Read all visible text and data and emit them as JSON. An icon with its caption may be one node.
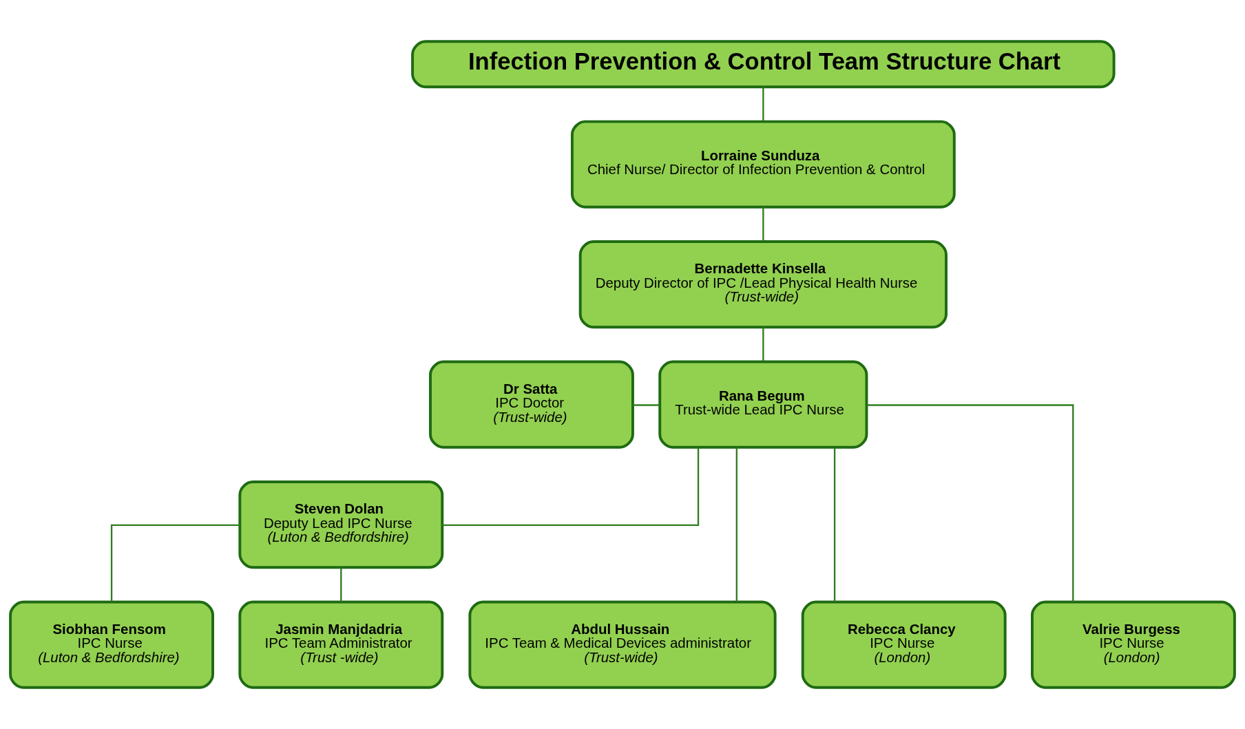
{
  "diagram": {
    "nodes": [
      {
        "text": [
          "Infection Prevention & Control Team Structure Chart"
        ]
      },
      {
        "text": [
          "Lorraine Sunduza",
          "Chief Nurse/ Director of Infection Prevention & Control"
        ]
      },
      {
        "text": [
          "Bernadette Kinsella",
          "Deputy Director of IPC /Lead Physical Health Nurse",
          "(Trust-wide)"
        ]
      },
      {
        "text": [
          "Dr Satta",
          "IPC Doctor",
          "(Trust-wide)"
        ]
      },
      {
        "text": [
          "Rana Begum",
          "Trust-wide Lead IPC Nurse"
        ]
      },
      {
        "text": [
          "Steven Dolan",
          "Deputy Lead IPC Nurse",
          "(Luton & Bedfordshire)"
        ]
      },
      {
        "text": [
          "Abdul Hussain",
          "IPC Team & Medical Devices administrator",
          "(Trust-wide)"
        ]
      },
      {
        "text": [
          "Rebecca Clancy",
          "IPC Nurse",
          "(London)"
        ]
      },
      {
        "text": [
          "Valrie Burgess",
          "IPC Nurse",
          "(London)"
        ]
      },
      {
        "text": [
          "Siobhan Fensom",
          "IPC Nurse",
          "(Luton & Bedfordshire)"
        ]
      },
      {
        "text": [
          "Jasmin Manjdadria",
          "IPC Team Administrator",
          "(Trust -wide)"
        ]
      }
    ],
    "edges": [
      {
        "from": 0,
        "to": 1,
        "arrow": "none"
      },
      {
        "from": 1,
        "to": 2,
        "arrow": "none"
      },
      {
        "from": 2,
        "to": 4,
        "arrow": "none"
      },
      {
        "from": 3,
        "to": 4,
        "arrow": "none"
      },
      {
        "from": 4,
        "to": 6,
        "arrow": "none"
      },
      {
        "from": 4,
        "to": 7,
        "arrow": "none"
      },
      {
        "from": 4,
        "to": 8,
        "arrow": "none"
      },
      {
        "from": 4,
        "to": 5,
        "arrow": "none"
      },
      {
        "from": 5,
        "to": 9,
        "arrow": "none"
      },
      {
        "from": 5,
        "to": 10,
        "arrow": "none"
      }
    ]
  }
}
